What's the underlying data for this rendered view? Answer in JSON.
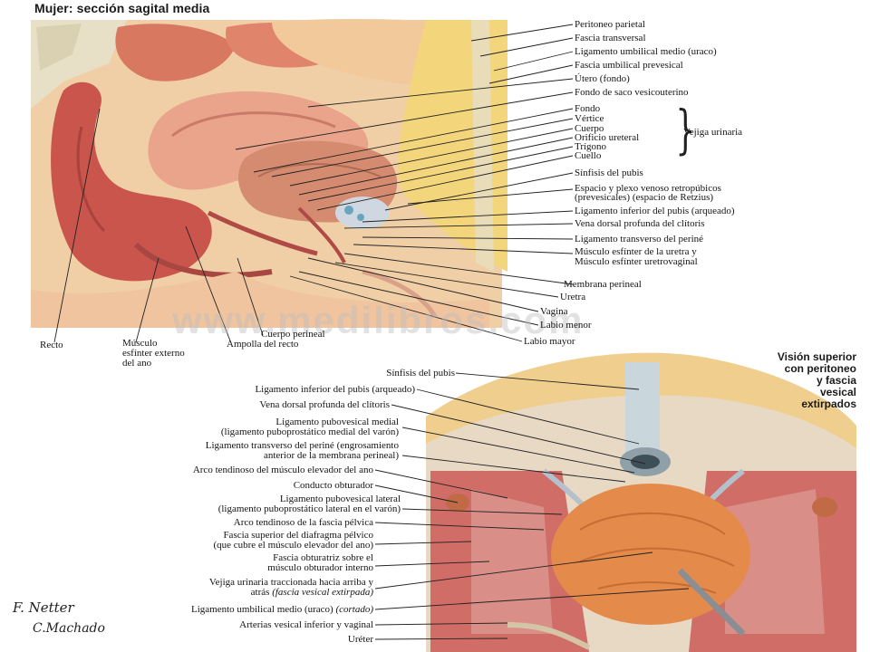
{
  "title": "Mujer: sección sagital media",
  "top_labels": [
    "Peritoneo parietal",
    "Fascia transversal",
    "Ligamento umbilical medio (uraco)",
    "Fascia umbilical prevesical",
    "Útero (fondo)",
    "Fondo de saco vesicouterino",
    "Fondo",
    "Vértice",
    "Cuerpo",
    "Orificio ureteral",
    "Trígono",
    "Cuello",
    "Sínfisis del pubis",
    "Espacio y plexo venoso retropúbicos",
    "(prevesicales) (espacio de Retzius)",
    "Ligamento inferior del pubis (arqueado)",
    "Vena dorsal profunda del clítoris",
    "Ligamento transverso del periné",
    "Músculo esfínter de la uretra y",
    "Músculo esfínter uretrovaginal",
    "Membrana perineal",
    "Uretra",
    "Vagina",
    "Labio menor",
    "Labio mayor"
  ],
  "bladder_group_label": "Vejiga urinaria",
  "bottom_left_labels": [
    "Recto",
    "Músculo",
    "esfínter externo",
    "del ano",
    "Cuerpo perineal",
    "Ampolla del recto"
  ],
  "subtitle": [
    "Visión superior",
    "con peritoneo",
    "y fascia",
    "vesical",
    "extirpados"
  ],
  "lower_labels": [
    "Sínfisis del pubis",
    "Ligamento inferior del pubis (arqueado)",
    "Vena dorsal profunda del clítoris",
    "Ligamento pubovesical medial",
    "(ligamento puboprostático medial del varón)",
    "Ligamento transverso del periné (engrosamiento",
    "anterior de la membrana perineal)",
    "Arco tendinoso del músculo elevador del ano",
    "Conducto obturador",
    "Ligamento pubovesical lateral",
    "(ligamento puboprostático lateral en el varón)",
    "Arco tendinoso de la fascia pélvica",
    "Fascia superior del diafragma pélvico",
    "(que cubre el músculo elevador del ano)",
    "Fascia obturatriz sobre el",
    "músculo obturador interno",
    "Vejiga urinaria traccionada hacia arriba y",
    "atrás",
    "(fascia vesical extirpada)",
    "Ligamento umbilical medio (uraco)",
    "(cortado)",
    "Arterias vesical inferior y vaginal",
    "Uréter"
  ],
  "watermark": "www.medilibros.com",
  "signature": [
    "F. Netter",
    "C.Machado"
  ],
  "colors": {
    "muscle": "#c8625a",
    "tissue": "#f0c89a",
    "fat": "#f2d27a",
    "bladder": "#e48a4a",
    "fascia": "#b8c4d2"
  }
}
